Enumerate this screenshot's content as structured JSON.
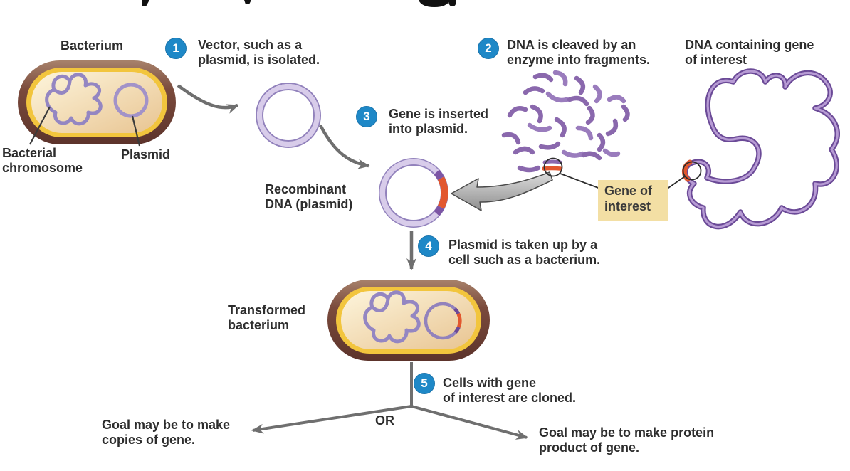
{
  "figure": "Recombinant DNA technology steps diagram",
  "steps": [
    {
      "num": "1",
      "text": "Vector, such as a\nplasmid, is isolated."
    },
    {
      "num": "2",
      "text": "DNA is cleaved by an\nenzyme into fragments."
    },
    {
      "num": "3",
      "text": "Gene is inserted\ninto plasmid."
    },
    {
      "num": "4",
      "text": "Plasmid is taken up by a\ncell such as a bacterium."
    },
    {
      "num": "5",
      "text": "Cells with gene\nof interest are cloned."
    }
  ],
  "labels": {
    "bacterium": "Bacterium",
    "bacterial_chromosome": "Bacterial\nchromosome",
    "plasmid": "Plasmid",
    "recombinant_dna": "Recombinant\nDNA (plasmid)",
    "dna_containing_gene": "DNA containing gene\nof interest",
    "gene_of_interest": "Gene of\ninterest",
    "transformed_bacterium": "Transformed\nbacterium",
    "or": "OR",
    "goal_copies": "Goal may be to make\ncopies of gene.",
    "goal_protein": "Goal may be to make protein\nproduct of gene."
  },
  "colors": {
    "step_badge_blue": "#1E88C7",
    "text_dark": "#2D2D2D",
    "gene_orange": "#E2572E",
    "dna_purple": "#8A68AD",
    "plasmid_ring_light": "#D8CCEA",
    "plasmid_ring_outline": "#9282BC",
    "gene_box_background": "#F3DFA4",
    "arrow_gray": "#6F6F6F",
    "cell_wall_brown": "#6E4137",
    "cell_rim_yellow": "#F2C53D",
    "cell_cytoplasm": "#F8EBC9"
  }
}
